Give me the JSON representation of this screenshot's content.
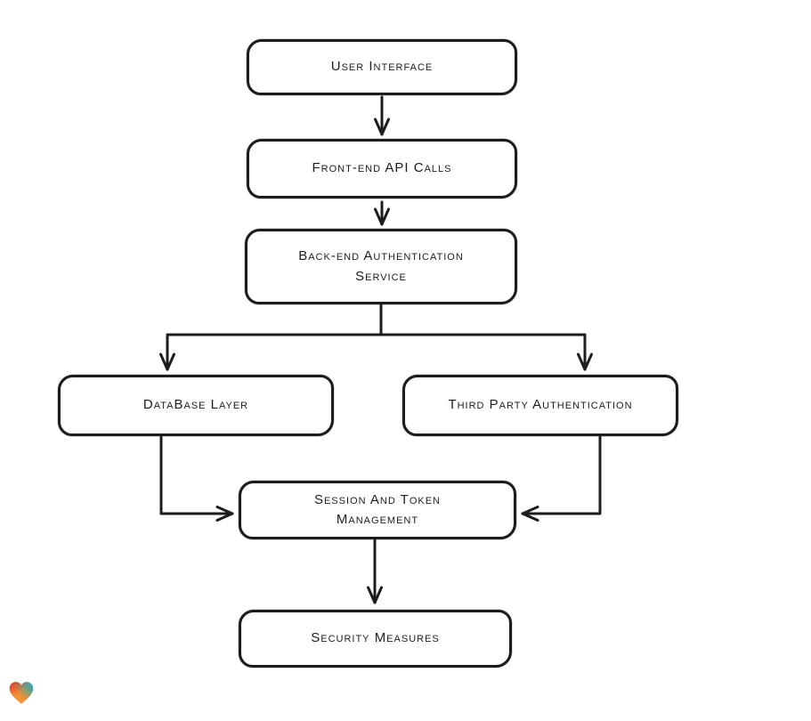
{
  "page": {
    "background": "#ffffff"
  },
  "diagram": {
    "type": "flowchart",
    "style": "hand-drawn",
    "stroke_color": "#1d1d1d",
    "node_fill": "#ffffff",
    "nodes": [
      {
        "id": "user-interface",
        "label": "User Interface"
      },
      {
        "id": "front-end-api-calls",
        "label": "Front-end API Calls"
      },
      {
        "id": "back-end-authentication-service",
        "label": "Back-end Authentication Service"
      },
      {
        "id": "database-layer",
        "label": "DataBase Layer"
      },
      {
        "id": "third-party-authentication",
        "label": "Third Party Authentication"
      },
      {
        "id": "session-and-token-management",
        "label": "Session And Token Management"
      },
      {
        "id": "security-measures",
        "label": "Security Measures"
      }
    ],
    "edges": [
      {
        "from": "user-interface",
        "to": "front-end-api-calls"
      },
      {
        "from": "front-end-api-calls",
        "to": "back-end-authentication-service"
      },
      {
        "from": "back-end-authentication-service",
        "to": "database-layer"
      },
      {
        "from": "back-end-authentication-service",
        "to": "third-party-authentication"
      },
      {
        "from": "database-layer",
        "to": "session-and-token-management"
      },
      {
        "from": "third-party-authentication",
        "to": "session-and-token-management"
      },
      {
        "from": "session-and-token-management",
        "to": "security-measures"
      }
    ],
    "watermark": {
      "icon": "heart-icon",
      "colors": [
        "#e6352a",
        "#2b9fe2",
        "#f7a42c"
      ]
    }
  }
}
